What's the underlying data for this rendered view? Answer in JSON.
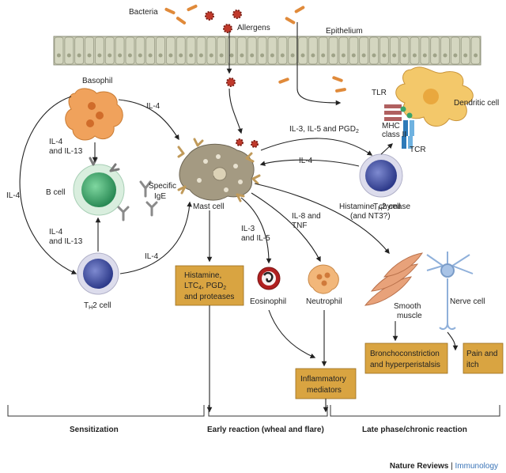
{
  "labels": {
    "bacteria": "Bacteria",
    "allergens": "Allergens",
    "epithelium": "Epithelium",
    "basophil": "Basophil",
    "il4_top": "IL-4",
    "il4_il13_a1": "IL-4",
    "il4_il13_a2": "and IL-13",
    "il4_left": "IL-4",
    "bcell": "B cell",
    "specific1": "Specific",
    "specific2": "IgE",
    "il4_il13_b1": "IL-4",
    "il4_il13_b2": "and IL-13",
    "il4_bottom": "IL-4",
    "th2_left_pre": "T",
    "th2_left_sub": "H",
    "th2_left_post": "2 cell",
    "mastcell": "Mast cell",
    "il3_il5_pgd_pre": "IL-3, IL-5 and PGD",
    "il3_il5_pgd_sub": "2",
    "il4_mid": "IL-4",
    "tlr": "TLR",
    "dendritic": "Dendritic cell",
    "mhc1": "MHC",
    "mhc2": "class II",
    "tcr": "TCR",
    "th2_right_pre": "T",
    "th2_right_sub": "H",
    "th2_right_post": "2 cell",
    "il3a": "IL-3",
    "il3b": "and IL-5",
    "il8a": "IL-8 and",
    "il8b": "TNF",
    "hist1": "Histamine, chymase",
    "hist2": "(and NT3?)",
    "eosinophil": "Eosinophil",
    "neutrophil": "Neutrophil",
    "smooth1": "Smooth",
    "smooth2": "muscle",
    "nerve": "Nerve cell",
    "box1_l1": "Histamine,",
    "box1_l2_pre": "LTC",
    "box1_l2_sub": "4",
    "box1_l2_mid": ", PGD",
    "box1_l2_sub2": "2",
    "box1_l3": "and proteases",
    "box2_l1": "Bronchoconstriction",
    "box2_l2": "and hyperperistalsis",
    "box3_l1": "Pain and",
    "box3_l2": "itch",
    "box4_l1": "Inflammatory",
    "box4_l2": "mediators",
    "phase1": "Sensitization",
    "phase2": "Early reaction (wheal and flare)",
    "phase3": "Late phase/chronic reaction",
    "credit1": "Nature Reviews",
    "credit_sep": " | ",
    "credit2": "Immunology"
  },
  "colors": {
    "epithelium": "#c9cbb5",
    "basophil": "#f0a25c",
    "bcell": "#3aa36a",
    "th2": "#3b4aa0",
    "mastcell": "#a49a82",
    "dendritic": "#f3c86a",
    "box": "#d9a441",
    "eosinophil": "#b02020",
    "neutrophil": "#f2b77a",
    "smooth": "#e8a27a",
    "nerve": "#a8c3e6",
    "credit": "#3a74b8"
  }
}
